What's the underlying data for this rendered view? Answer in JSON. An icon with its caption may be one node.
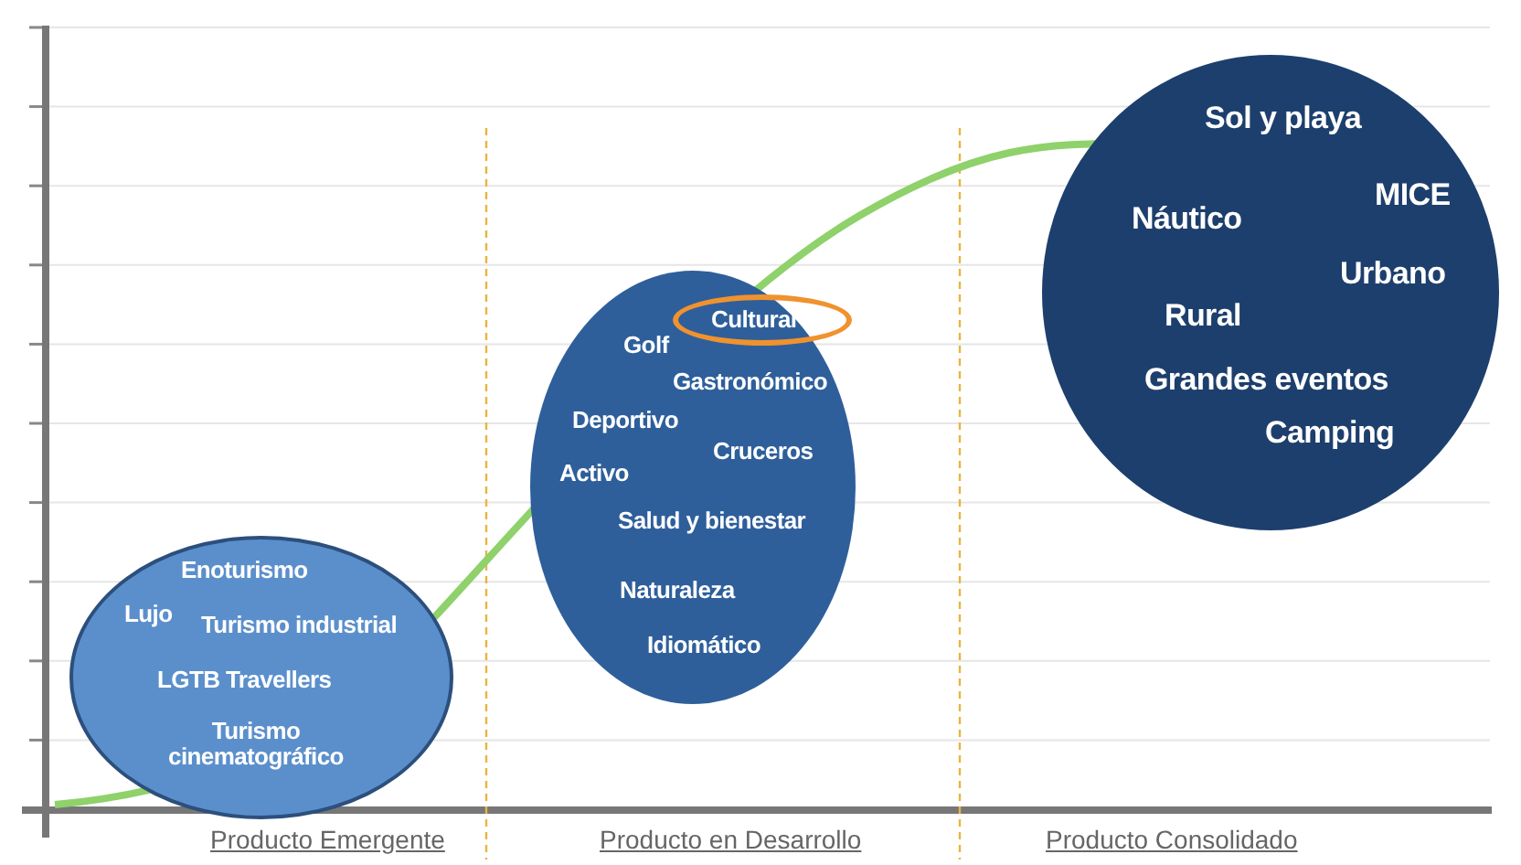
{
  "diagram": {
    "nodes": [
      {
        "text": [
          "Enoturismo",
          "Lujo",
          "Turismo industrial",
          "LGTB Travellers",
          "Turismo cinematográfico"
        ]
      },
      {
        "text": [
          "Golf",
          "Gastronómico",
          "Deportivo",
          "Cruceros",
          "Activo",
          "Salud y bienestar",
          "Naturaleza",
          "Idiomático"
        ]
      },
      {
        "text": [
          "Cultural"
        ],
        "in": 1
      },
      {
        "text": [
          "Sol y playa",
          "MICE",
          "Náutico",
          "Urbano",
          "Rural",
          "Grandes eventos",
          "Camping"
        ]
      }
    ],
    "labels": [
      "Producto Emergente",
      "Producto en Desarrollo",
      "Producto Consolidado"
    ]
  }
}
